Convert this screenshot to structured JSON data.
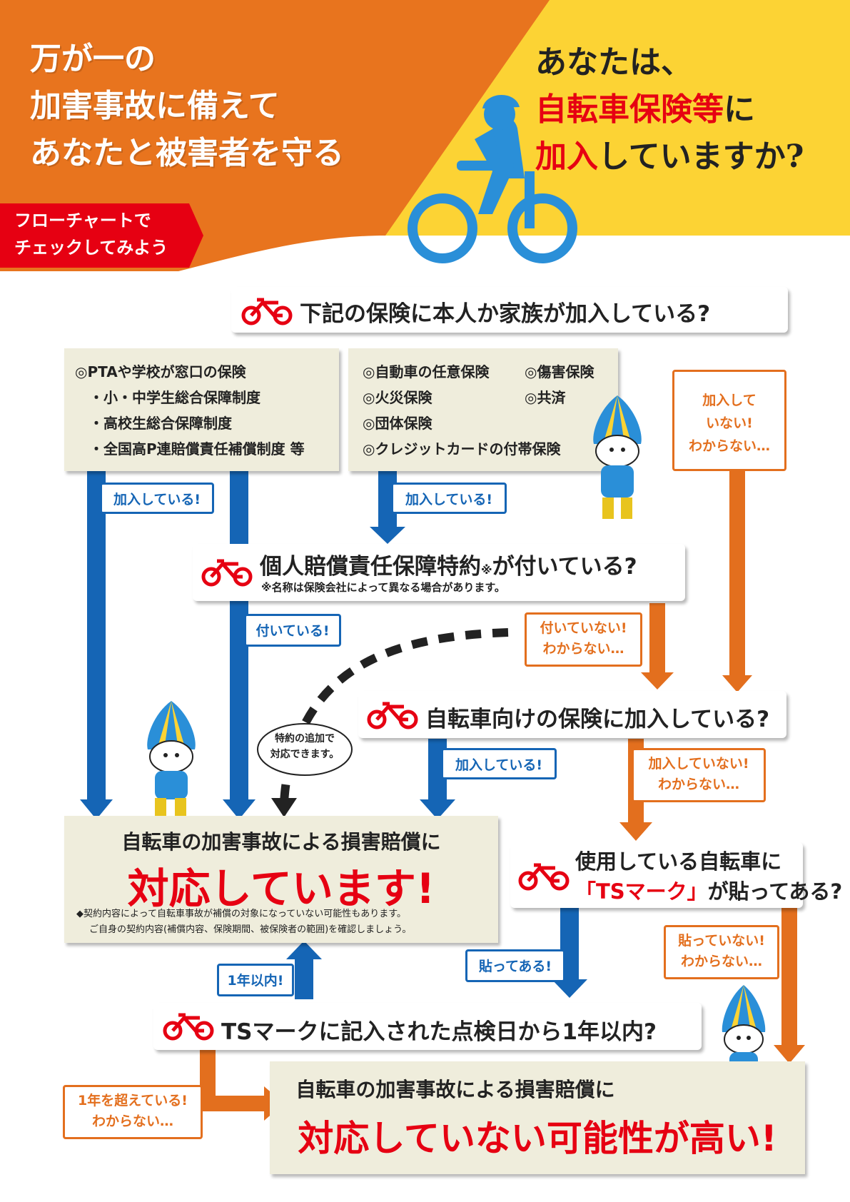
{
  "header": {
    "left_lines": [
      "万が一の",
      "加害事故に備えて",
      "あなたと被害者を守る"
    ],
    "right_line1": "あなたは、",
    "right_line2_red": "自転車保険等",
    "right_line2_rest": "に",
    "right_line3_red": "加入",
    "right_line3_rest": "していますか?",
    "tag_lines": [
      "フローチャートで",
      "チェックしてみよう"
    ]
  },
  "q1": {
    "text": "下記の保険に本人か家族が加入している?"
  },
  "list_a": {
    "title": "◎PTAや学校が窓口の保険",
    "items": [
      "・小・中学生総合保障制度",
      "・高校生総合保障制度",
      "・全国高P連賠償責任補償制度 等"
    ]
  },
  "list_b": {
    "items": [
      "◎自動車の任意保険",
      "◎傷害保険",
      "◎火災保険",
      "◎共済",
      "◎団体保険",
      "◎クレジットカードの付帯保険"
    ]
  },
  "q2": {
    "text_main": "個人賠償責任保障特約",
    "text_mark": "※",
    "text_rest": "が付いている?",
    "note": "※名称は保険会社によって異なる場合があります。"
  },
  "q3": {
    "text": "自転車向けの保険に加入している?"
  },
  "q4": {
    "line1": "使用している自転車に",
    "line2_red": "「TSマーク」",
    "line2_rest": "が貼ってある?"
  },
  "q5": {
    "text": "TSマークに記入された点検日から1年以内?"
  },
  "labels": {
    "joined_a": "加入している!",
    "joined_b": "加入している!",
    "attached": "付いている!",
    "joined_c": "加入している!",
    "pasted": "貼ってある!",
    "within_year": "1年以内!",
    "not_joined_1": [
      "加入して",
      "いない!",
      "わからない…"
    ],
    "not_attached": [
      "付いていない!",
      "わからない…"
    ],
    "not_joined_2": [
      "加入していない!",
      "わからない…"
    ],
    "not_pasted": [
      "貼っていない!",
      "わからない…"
    ],
    "over_year": [
      "1年を超えている!",
      "わからない…"
    ]
  },
  "bubble": {
    "lines": [
      "特約の追加で",
      "対応できます。"
    ]
  },
  "result_ok": {
    "head": "自転車の加害事故による損害賠償に",
    "big": "対応しています!",
    "notes": [
      "◆契約内容によって自転車事故が補償の対象になっていない可能性もあります。",
      "ご自身の契約内容(補償内容、保険期間、被保険者の範囲)を確認しましょう。"
    ]
  },
  "result_ng": {
    "head": "自転車の加害事故による損害賠償に",
    "big": "対応していない可能性が高い!"
  },
  "colors": {
    "orange": "#e36f1e",
    "yellow": "#fcd334",
    "red": "#e60012",
    "blue": "#1565b5",
    "beige": "#efeddc"
  }
}
